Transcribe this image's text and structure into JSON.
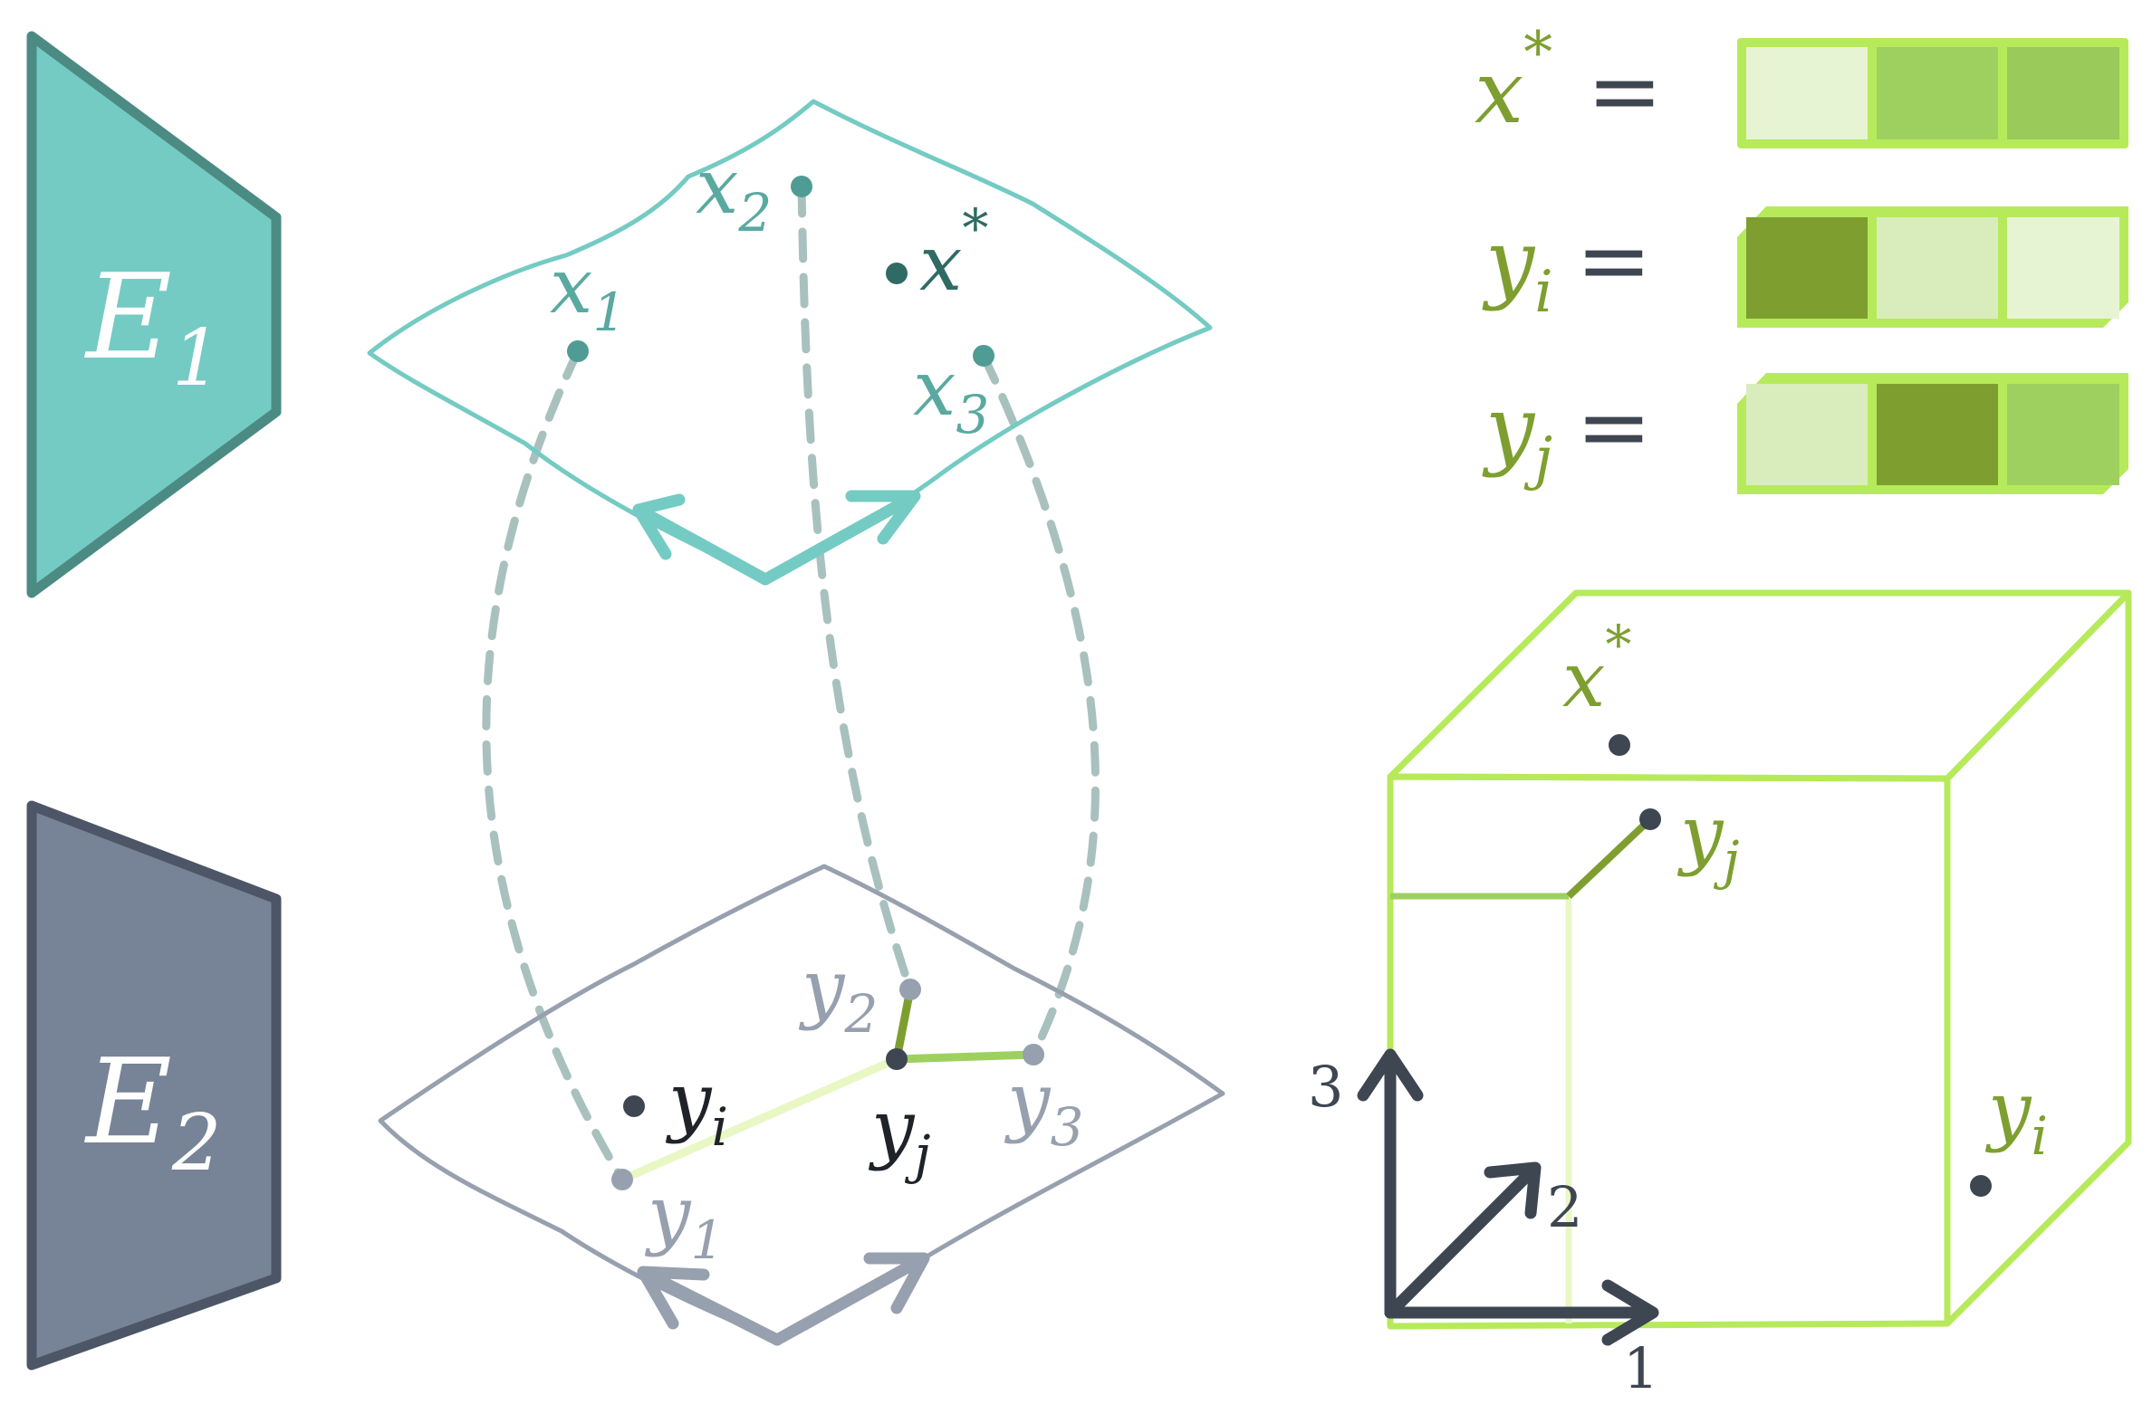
{
  "colors": {
    "teal": "#74CBC3",
    "teal_dark": "#4C8B84",
    "teal_text": "#5AA9A1",
    "teal_point": "#4F9C94",
    "teal_dark_point": "#2F6B64",
    "slate": "#778396",
    "slate_dark": "#4C5666",
    "slate_light": "#97A0AE",
    "dashed": "#A9C1BE",
    "green": "#7E9F30",
    "green_mid": "#9ED060",
    "green_light": "#E9F7C4",
    "green_bright": "#B6EA5A",
    "axis_dark": "#3E4652"
  },
  "encoders": [
    {
      "label_base": "E",
      "label_sub": "1"
    },
    {
      "label_base": "E",
      "label_sub": "2"
    }
  ],
  "top_manifold": {
    "points": [
      {
        "base": "x",
        "sub": "1",
        "sup": ""
      },
      {
        "base": "x",
        "sub": "2",
        "sup": ""
      },
      {
        "base": "x",
        "sub": "3",
        "sup": ""
      },
      {
        "base": "x",
        "sub": "",
        "sup": "*"
      }
    ]
  },
  "bottom_manifold": {
    "points": [
      {
        "base": "y",
        "sub": "1",
        "sup": ""
      },
      {
        "base": "y",
        "sub": "2",
        "sup": ""
      },
      {
        "base": "y",
        "sub": "3",
        "sup": ""
      },
      {
        "base": "y",
        "sub": "i",
        "sup": ""
      },
      {
        "base": "y",
        "sub": "j",
        "sup": ""
      }
    ]
  },
  "vectors": [
    {
      "base": "x",
      "sub": "",
      "sup": "*",
      "equals": "=",
      "cells": [
        0.1,
        0.6,
        0.65
      ]
    },
    {
      "base": "y",
      "sub": "i",
      "sup": "",
      "equals": "=",
      "cells": [
        1.0,
        0.2,
        0.1
      ]
    },
    {
      "base": "y",
      "sub": "j",
      "sup": "",
      "equals": "=",
      "cells": [
        0.2,
        1.0,
        0.6
      ]
    }
  ],
  "cube": {
    "points": [
      {
        "base": "x",
        "sub": "",
        "sup": "*"
      },
      {
        "base": "y",
        "sub": "j",
        "sup": ""
      },
      {
        "base": "y",
        "sub": "i",
        "sup": ""
      }
    ],
    "axes": [
      "1",
      "2",
      "3"
    ]
  }
}
